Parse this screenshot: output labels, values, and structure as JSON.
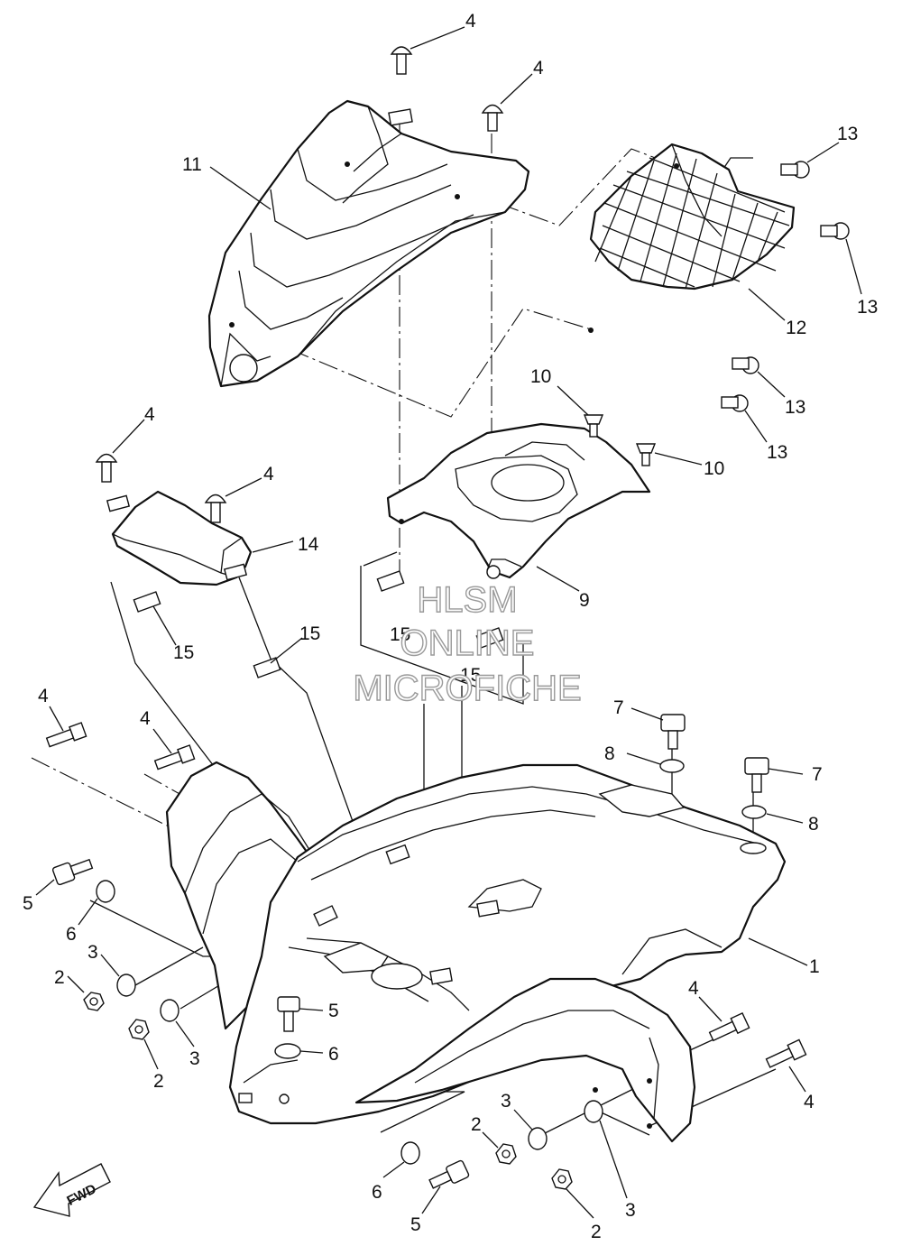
{
  "watermark": {
    "line1": "HLSM",
    "line2": "ONLINE",
    "line3": "MICROFICHE"
  },
  "direction_arrow": {
    "label": "FWD",
    "icon": "fwd-arrow-icon"
  },
  "callouts": [
    {
      "id": "c-4a",
      "label": "4"
    },
    {
      "id": "c-4b",
      "label": "4"
    },
    {
      "id": "c-11",
      "label": "11"
    },
    {
      "id": "c-13a",
      "label": "13"
    },
    {
      "id": "c-13b",
      "label": "13"
    },
    {
      "id": "c-12",
      "label": "12"
    },
    {
      "id": "c-13c",
      "label": "13"
    },
    {
      "id": "c-13d",
      "label": "13"
    },
    {
      "id": "c-10a",
      "label": "10"
    },
    {
      "id": "c-10b",
      "label": "10"
    },
    {
      "id": "c-4c",
      "label": "4"
    },
    {
      "id": "c-4d",
      "label": "4"
    },
    {
      "id": "c-14",
      "label": "14"
    },
    {
      "id": "c-9",
      "label": "9"
    },
    {
      "id": "c-15a",
      "label": "15"
    },
    {
      "id": "c-15b",
      "label": "15"
    },
    {
      "id": "c-15c",
      "label": "15"
    },
    {
      "id": "c-15d",
      "label": "15"
    },
    {
      "id": "c-4e",
      "label": "4"
    },
    {
      "id": "c-4f",
      "label": "4"
    },
    {
      "id": "c-7a",
      "label": "7"
    },
    {
      "id": "c-8a",
      "label": "8"
    },
    {
      "id": "c-7b",
      "label": "7"
    },
    {
      "id": "c-8b",
      "label": "8"
    },
    {
      "id": "c-5a",
      "label": "5"
    },
    {
      "id": "c-6a",
      "label": "6"
    },
    {
      "id": "c-3a",
      "label": "3"
    },
    {
      "id": "c-2a",
      "label": "2"
    },
    {
      "id": "c-1",
      "label": "1"
    },
    {
      "id": "c-5b",
      "label": "5"
    },
    {
      "id": "c-6b",
      "label": "6"
    },
    {
      "id": "c-3b",
      "label": "3"
    },
    {
      "id": "c-2b",
      "label": "2"
    },
    {
      "id": "c-4g",
      "label": "4"
    },
    {
      "id": "c-4h",
      "label": "4"
    },
    {
      "id": "c-3c",
      "label": "3"
    },
    {
      "id": "c-2c",
      "label": "2"
    },
    {
      "id": "c-6c",
      "label": "6"
    },
    {
      "id": "c-5c",
      "label": "5"
    },
    {
      "id": "c-3d",
      "label": "3"
    },
    {
      "id": "c-2d",
      "label": "2"
    }
  ]
}
